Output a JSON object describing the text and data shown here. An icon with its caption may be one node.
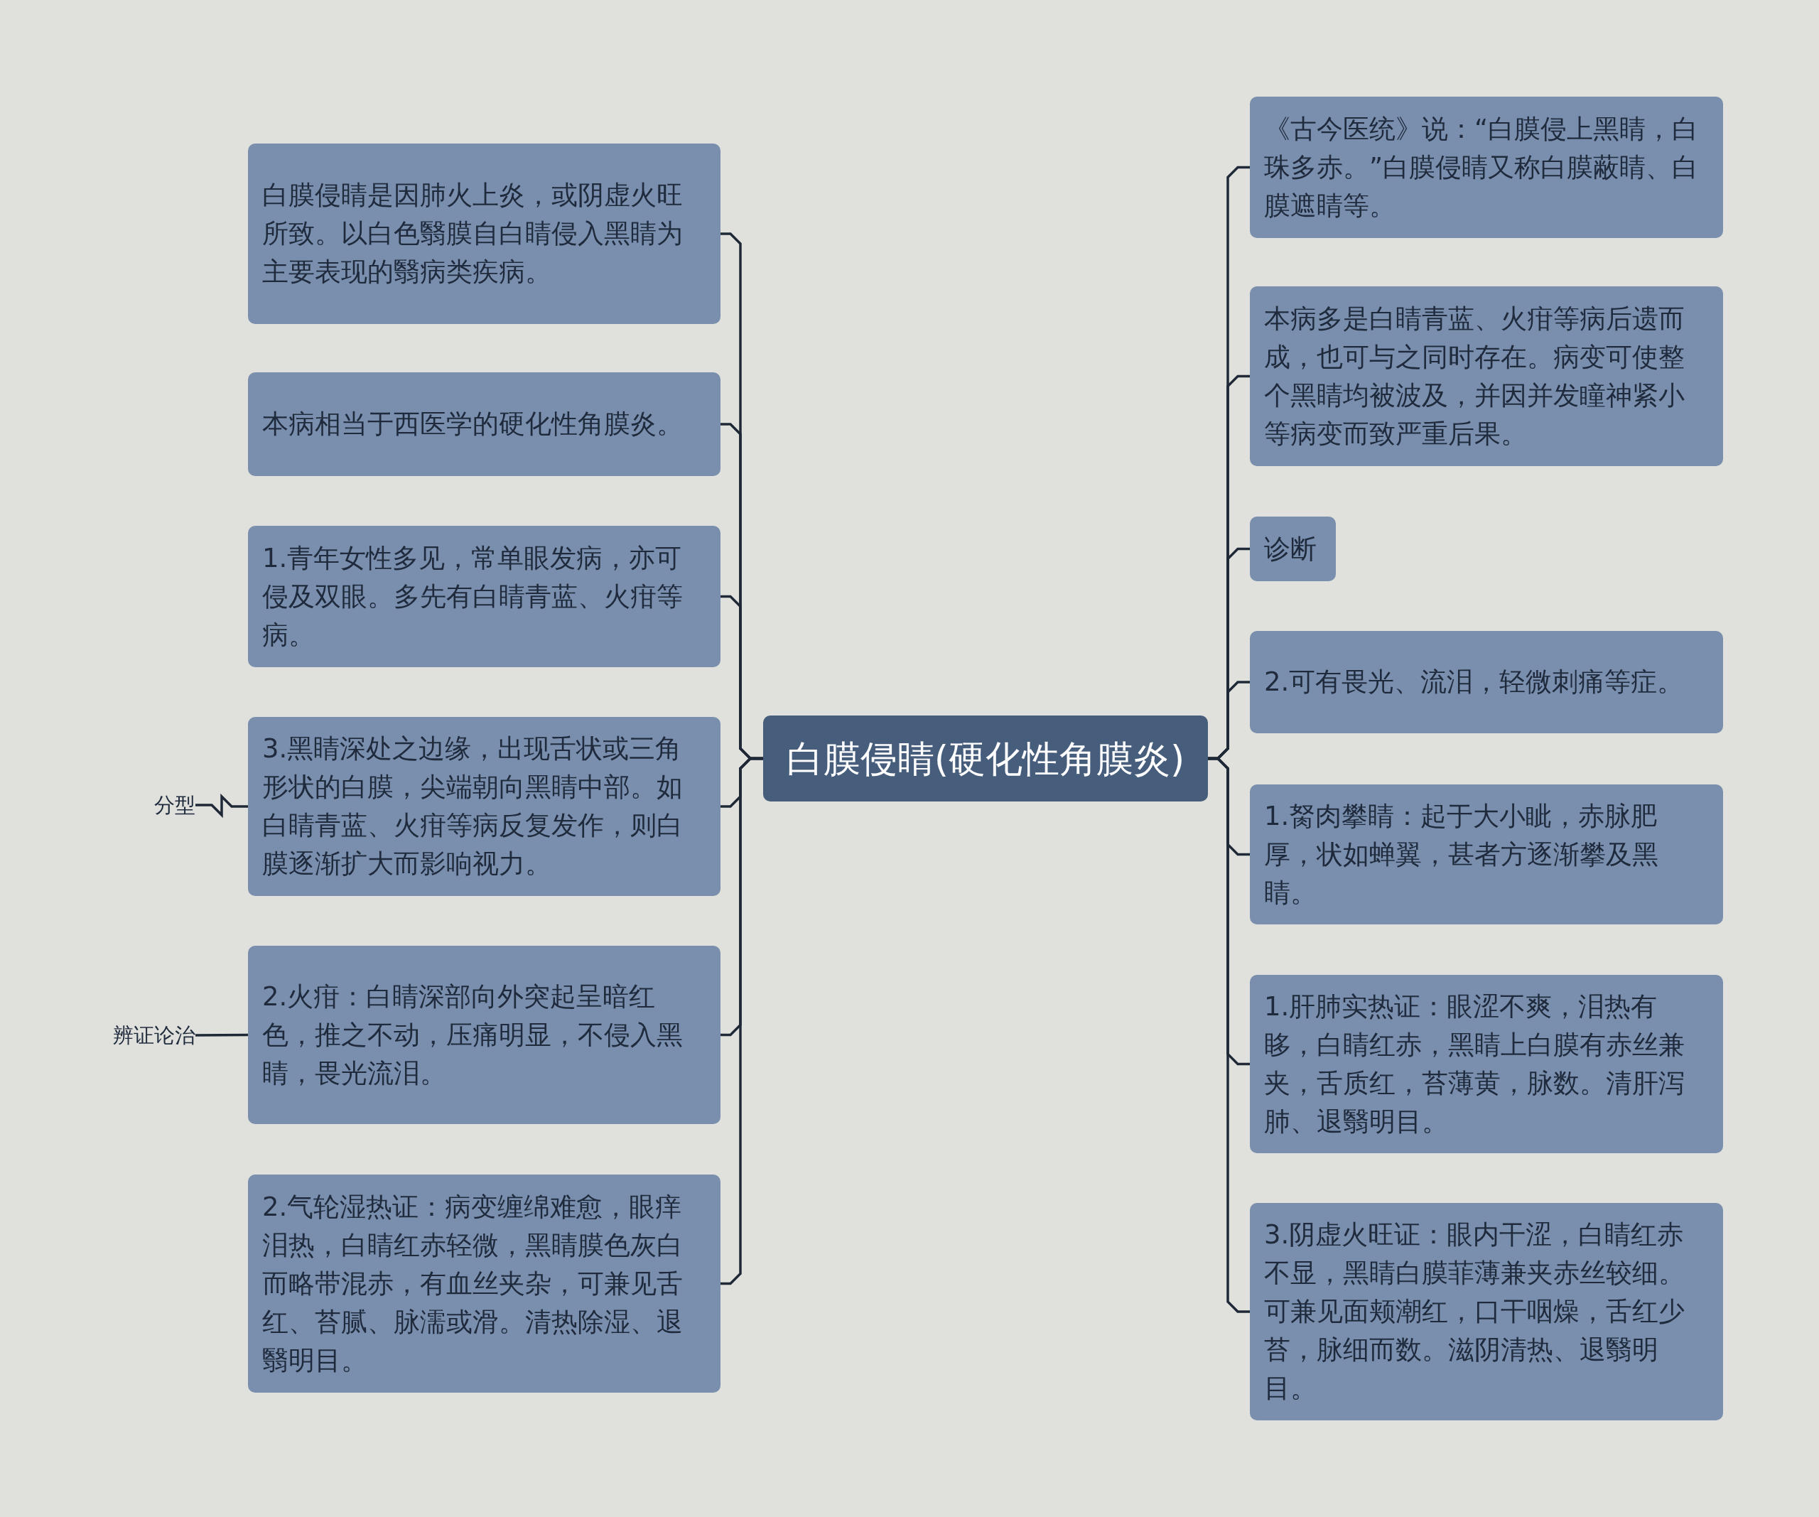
{
  "diagram": {
    "nodes": [
      {
        "text": [
          "白膜侵睛(硬化性角膜炎)"
        ]
      },
      {
        "text": [
          "白膜侵睛是因肺火上炎，或阴虚火旺所致。以白色翳膜自白睛侵入黑睛为主要表现的翳病类疾病。"
        ]
      },
      {
        "text": [
          "本病相当于西医学的硬化性角膜炎。"
        ]
      },
      {
        "text": [
          "1.青年女性多见，常单眼发病，亦可侵及双眼。多先有白睛青蓝、火疳等病。"
        ]
      },
      {
        "text": [
          "3.黑睛深处之边缘，出现舌状或三角形状的白膜，尖端朝向黑睛中部。如白睛青蓝、火疳等病反复发作，则白膜逐渐扩大而影响视力。"
        ]
      },
      {
        "text": [
          "2.火疳：白睛深部向外突起呈暗红色，推之不动，压痛明显，不侵入黑睛，畏光流泪。"
        ]
      },
      {
        "text": [
          "2.气轮湿热证：病变缠绵难愈，眼痒泪热，白睛红赤轻微，黑睛膜色灰白而略带混赤，有血丝夹杂，可兼见舌红、苔腻、脉濡或滑。清热除湿、退翳明目。"
        ]
      },
      {
        "text": [
          "《古今医统》说：“白膜侵上黑睛，白珠多赤。”白膜侵睛又称白膜蔽睛、白膜遮睛等。"
        ]
      },
      {
        "text": [
          "本病多是白睛青蓝、火疳等病后遗而成，也可与之同时存在。病变可使整个黑睛均被波及，并因并发瞳神紧小等病变而致严重后果。"
        ]
      },
      {
        "text": [
          "诊断"
        ]
      },
      {
        "text": [
          "2.可有畏光、流泪，轻微刺痛等症。"
        ]
      },
      {
        "text": [
          "1.胬肉攀睛：起于大小眦，赤脉肥厚，状如蝉翼，甚者方逐渐攀及黑睛。"
        ]
      },
      {
        "text": [
          "1.肝肺实热证：眼涩不爽，泪热有眵，白睛红赤，黑睛上白膜有赤丝兼夹，舌质红，苔薄黄，脉数。清肝泻肺、退翳明目。"
        ]
      },
      {
        "text": [
          "3.阴虚火旺证：眼内干涩，白睛红赤不显，黑睛白膜菲薄兼夹赤丝较细。可兼见面颊潮红，口干咽燥，舌红少苔，脉细而数。滋阴清热、退翳明目。"
        ]
      },
      {
        "text": [
          "分型"
        ]
      },
      {
        "text": [
          "辨证论治"
        ]
      }
    ],
    "edges": [
      {
        "from": 0,
        "to": 1,
        "arrow": "none"
      },
      {
        "from": 0,
        "to": 2,
        "arrow": "none"
      },
      {
        "from": 0,
        "to": 3,
        "arrow": "none"
      },
      {
        "from": 0,
        "to": 4,
        "arrow": "none"
      },
      {
        "from": 0,
        "to": 5,
        "arrow": "none"
      },
      {
        "from": 0,
        "to": 6,
        "arrow": "none"
      },
      {
        "from": 0,
        "to": 7,
        "arrow": "none"
      },
      {
        "from": 0,
        "to": 8,
        "arrow": "none"
      },
      {
        "from": 0,
        "to": 9,
        "arrow": "none"
      },
      {
        "from": 0,
        "to": 10,
        "arrow": "none"
      },
      {
        "from": 0,
        "to": 11,
        "arrow": "none"
      },
      {
        "from": 0,
        "to": 12,
        "arrow": "none"
      },
      {
        "from": 0,
        "to": 13,
        "arrow": "none"
      },
      {
        "from": 4,
        "to": 14,
        "arrow": "none"
      },
      {
        "from": 5,
        "to": 15,
        "arrow": "none"
      }
    ]
  }
}
